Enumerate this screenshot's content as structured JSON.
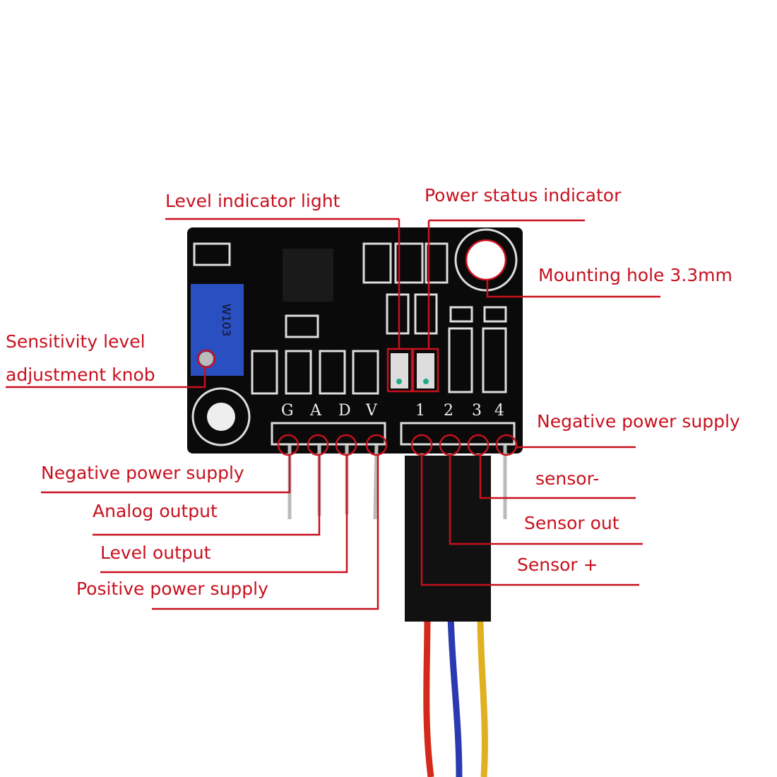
{
  "labels": {
    "level_indicator": "Level indicator light",
    "power_status": "Power status indicator",
    "mounting_hole": "Mounting hole 3.3mm",
    "sensitivity_1": "Sensitivity level",
    "sensitivity_2": "adjustment knob",
    "left_negative": "Negative power supply",
    "analog_output": "Analog output",
    "level_output": "Level output",
    "positive_power": "Positive power supply",
    "right_negative": "Negative power supply",
    "sensor_minus": "sensor-",
    "sensor_out": "Sensor out",
    "sensor_plus": "Sensor +"
  },
  "board": {
    "left_pins": [
      "G",
      "A",
      "D",
      "V"
    ],
    "right_pins": [
      "1",
      "2",
      "3",
      "4"
    ],
    "pot_marking": "W103"
  },
  "colors": {
    "annotation": "#c8101e",
    "board": "#0a0a0a",
    "pot": "#2a4fc0",
    "wire_red": "#d42a1c",
    "wire_blue": "#2a3ab0",
    "wire_yellow": "#e0b020"
  }
}
